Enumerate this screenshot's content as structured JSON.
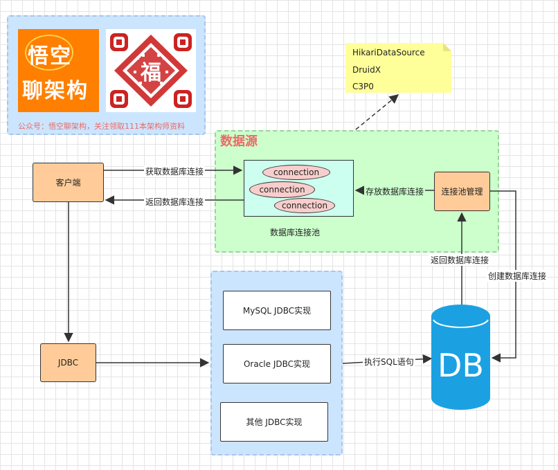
{
  "promo": {
    "logo_line1_a": "悟",
    "logo_line1_b": "空",
    "logo_line2": "聊架构",
    "caption": "公众号：悟空聊架构，关注领取111本架构师资料",
    "qr_center_glyph": "福"
  },
  "note": {
    "items": [
      "HikariDataSource",
      "DruidX",
      "C3P0"
    ]
  },
  "datasource": {
    "title": "数据源",
    "pool_label": "数据库连接池",
    "connections": [
      "connection",
      "connection",
      "connection"
    ],
    "manager": "连接池管理"
  },
  "client": {
    "label": "客户端"
  },
  "jdbc": {
    "label": "JDBC"
  },
  "impls": [
    "MySQL JDBC实现",
    "Oracle JDBC实现",
    "其他 JDBC实现"
  ],
  "db": {
    "label": "DB"
  },
  "edges": {
    "get_conn": "获取数据库连接",
    "return_conn_client": "返回数据库连接",
    "store_conn": "存放数据库连接",
    "return_conn_db": "返回数据库连接",
    "create_conn": "创建数据库连接",
    "exec_sql": "执行SQL语句"
  },
  "colors": {
    "orange_fill": "#ffcc99",
    "green_fill": "#ccffcc",
    "blue_fill": "#cce5ff",
    "pink_fill": "#f8cecc",
    "note_fill": "#ffff99",
    "db_fill": "#1ba1e2",
    "title_red": "#ea6b66",
    "logo_orange": "#ff7f00",
    "qr_red": "#cc2222"
  }
}
